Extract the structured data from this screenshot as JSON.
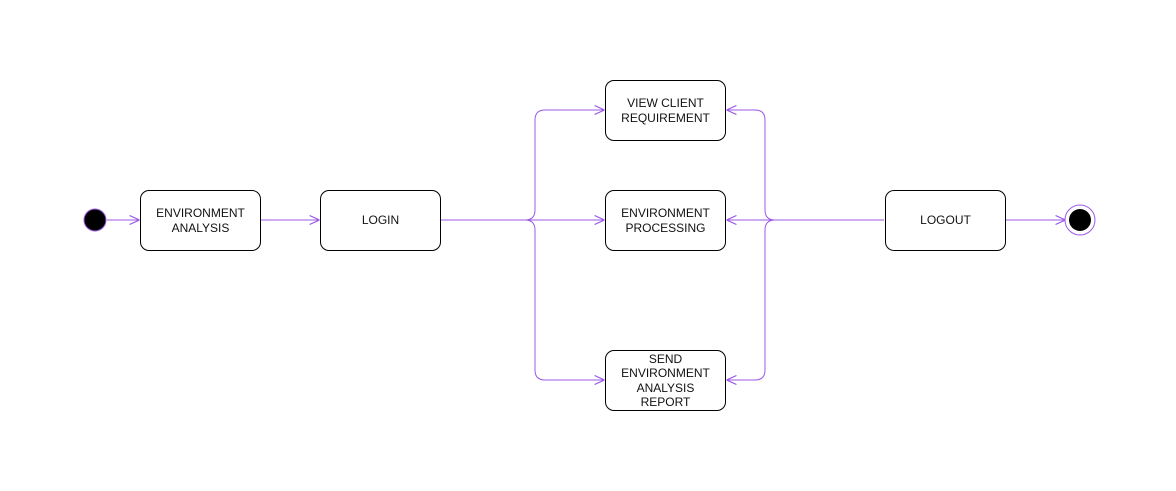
{
  "diagram": {
    "type": "activity-diagram",
    "edge_color": "#9b59e6",
    "node_border_color": "#000000",
    "start_node": {
      "kind": "initial",
      "fill": "#000000"
    },
    "end_node": {
      "kind": "final",
      "fill": "#000000"
    },
    "nodes": {
      "env_analysis": "ENVIRONMENT\nANALYSIS",
      "login": "LOGIN",
      "view_client": "VIEW CLIENT\nREQUIREMENT",
      "env_processing": "ENVIRONMENT\nPROCESSING",
      "send_report": "SEND\nENVIRONMENT\nANALYSIS\nREPORT",
      "logout": "LOGOUT"
    },
    "edges": [
      {
        "from": "start",
        "to": "env_analysis"
      },
      {
        "from": "env_analysis",
        "to": "login"
      },
      {
        "from": "login",
        "to": "view_client"
      },
      {
        "from": "login",
        "to": "env_processing"
      },
      {
        "from": "login",
        "to": "send_report"
      },
      {
        "from": "logout",
        "to": "view_client"
      },
      {
        "from": "logout",
        "to": "env_processing"
      },
      {
        "from": "logout",
        "to": "send_report"
      },
      {
        "from": "logout",
        "to": "end"
      }
    ]
  }
}
